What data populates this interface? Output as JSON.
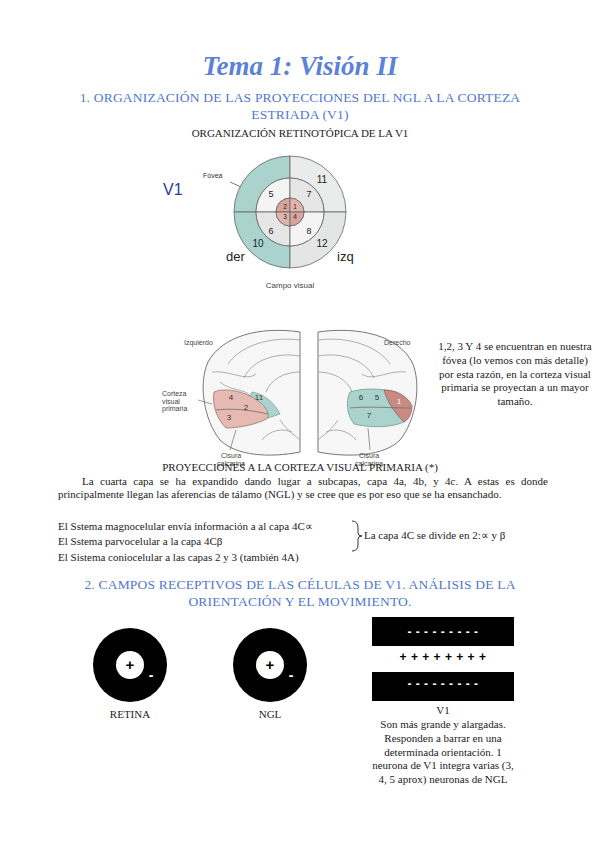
{
  "diagram": {
    "title": "Tema 1: Visión II",
    "nodes": [
      {
        "text": [
          "11",
          "5",
          "7",
          "2",
          "1",
          "4",
          "3",
          "6",
          "8",
          "10",
          "12"
        ]
      },
      {
        "text": [
          "+",
          "-"
        ]
      },
      {
        "text": [
          "+",
          "-"
        ]
      },
      {
        "text": [
          "- - - - - - - - -",
          "+ + + + + + + +",
          "- - - - - - - - -"
        ]
      }
    ],
    "labels": [
      "1. ORGANIZACIÓN DE LAS PROYECCIONES DEL NGL A LA CORTEZA ESTRIADA (V1)",
      "ORGANIZACIÓN RETINOTÓPICA DE LA V1",
      "V1",
      "Fóvea",
      "der",
      "izq",
      "Campo visual",
      "Izquierdo",
      "Derecho",
      "Corteza visual primaria",
      "Cisura calcarina",
      "Cisura calcarina",
      "4",
      "2",
      "11",
      "3",
      "6",
      "5",
      "1",
      "7",
      "1,2, 3 Y 4 se encuentran en nuestra fóvea (lo vemos con más detalle) por esta razón, en la corteza visual primaria se proyectan a un mayor tamaño.",
      "PROYECCIONES A LA CORTEZA VISUAL PRIMARIA (*)",
      "La cuarta capa se ha expandido dando lugar a subcapas, capa 4a, 4b, y 4c. A estas es donde principalmente llegan las aferencias de tálamo (NGL) y se cree que es por eso que se ha ensanchado.",
      "El Sstema magnocelular envía información a al capa 4C∝",
      "El Sstema parvocelular a la capa 4Cβ",
      "El Sistema coniocelular a las capas 2 y 3 (también 4A)",
      "La capa 4C se divide en 2:∝ y β",
      "2. CAMPOS RECEPTIVOS DE LAS CÉLULAS DE V1. ANÁLISIS DE LA ORIENTACIÓN Y EL MOVIMIENTO.",
      "RETINA",
      "NGL",
      "V1",
      "Son más grande y alargadas. Responden a barrar en una determinada orientación. 1 neurona de V1 integra varias (3, 4, 5 aprox) neuronas de NGL"
    ]
  }
}
